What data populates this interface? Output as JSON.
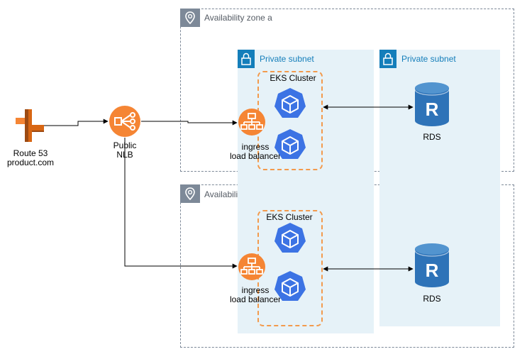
{
  "zones": {
    "a": {
      "title": "Availability zone a"
    },
    "b": {
      "title": "Availability zone b"
    }
  },
  "subnets": {
    "left": {
      "title": "Private subnet"
    },
    "right": {
      "title": "Private subnet"
    }
  },
  "route53": {
    "line1": "Route 53",
    "line2": "product.com"
  },
  "nlb": {
    "line1": "Public",
    "line2": "NLB"
  },
  "ingress_a": {
    "line1": "ingress",
    "line2": "load balancer"
  },
  "ingress_b": {
    "line1": "ingress",
    "line2": "load balancer"
  },
  "eks_a": {
    "title": "EKS Cluster"
  },
  "eks_b": {
    "title": "EKS Cluster"
  },
  "rds_a": {
    "label": "RDS"
  },
  "rds_b": {
    "label": "RDS"
  },
  "colors": {
    "route53": "#d86613",
    "elb": "#f58534",
    "eks": "#3c73e4",
    "rds": "#2e73b8",
    "subnet_fill": "#e6f2f8",
    "subnet_text": "#147eba",
    "zone_border": "#7d8998"
  },
  "icons": {
    "zone": "location-pin-icon",
    "subnet": "padlock-icon",
    "route53": "route53-icon",
    "nlb": "load-balancer-icon",
    "eks": "kubernetes-cube-icon",
    "rds": "rds-database-icon"
  }
}
